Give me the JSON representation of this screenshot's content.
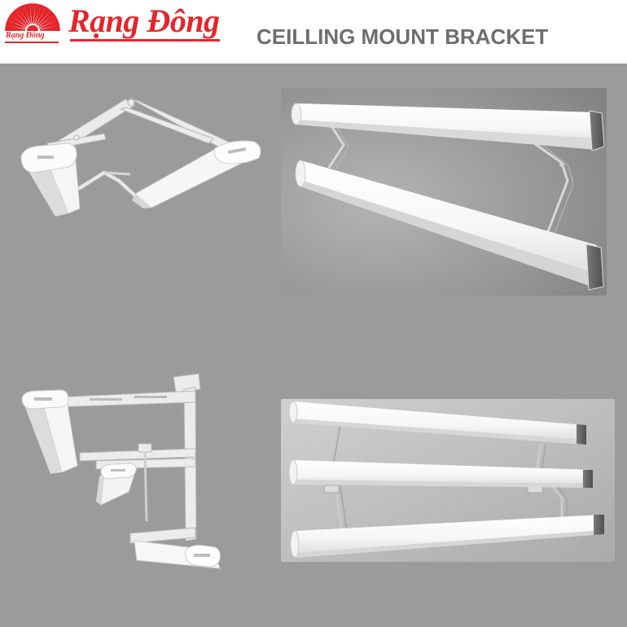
{
  "brand": {
    "name": "Rạng Đông",
    "logo_small_text": "Rạng Đông",
    "logo_icon": "sunburst-logo-icon",
    "color": "#e3262b"
  },
  "title": {
    "text": "CEILLING MOUNT BRACKET",
    "color": "#6e6e6e"
  },
  "colors": {
    "header_background": "#ffffff",
    "page_background": "#9b9b9b"
  }
}
